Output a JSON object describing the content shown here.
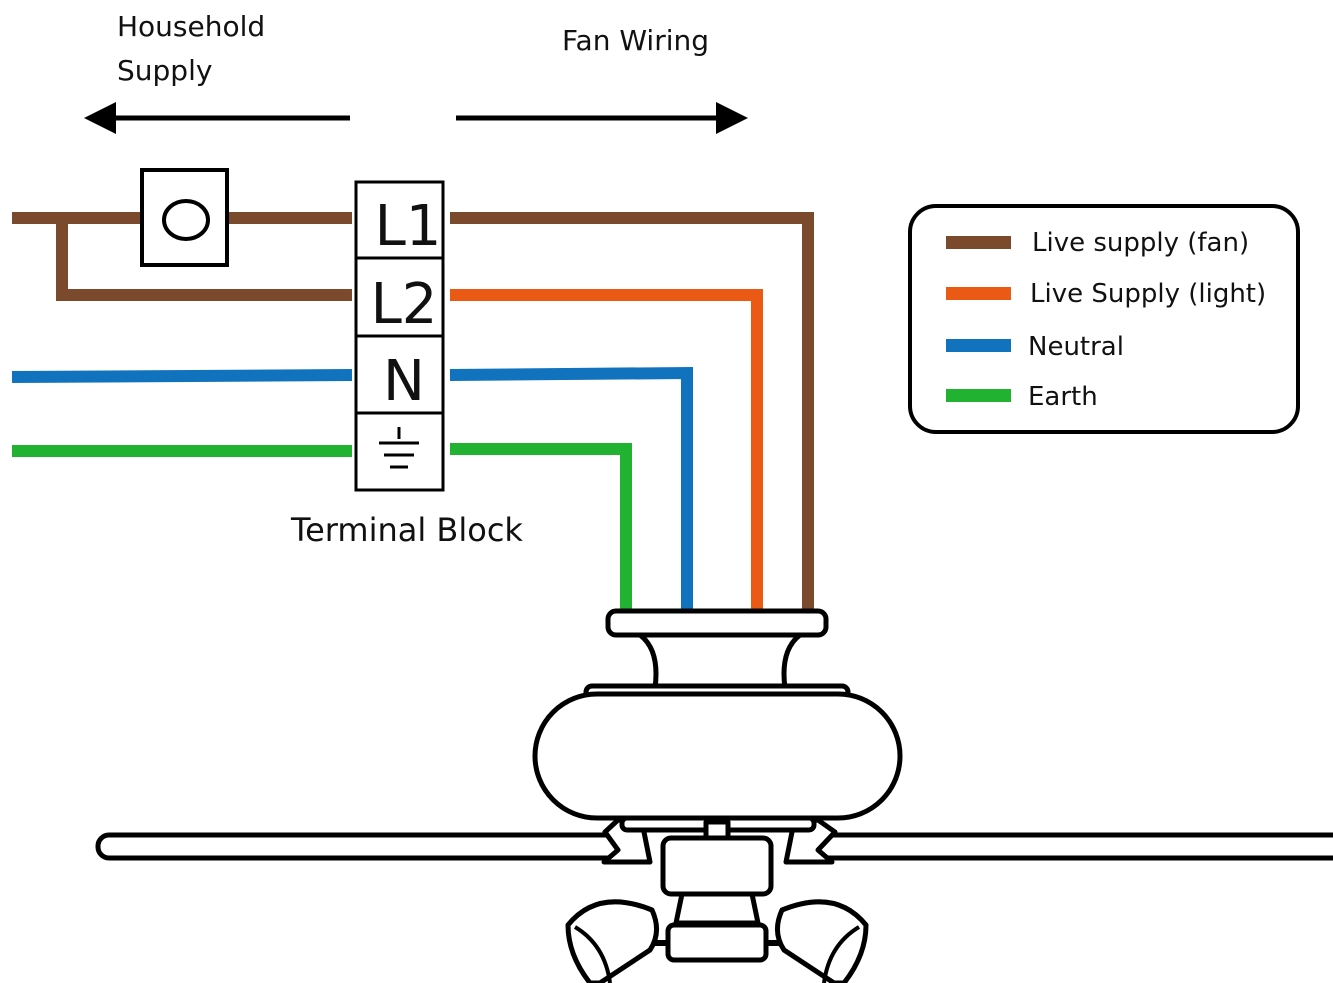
{
  "labels": {
    "household_line1": "Household",
    "household_line2": "Supply",
    "fan_wiring": "Fan Wiring",
    "terminal_block": "Terminal Block"
  },
  "terminals": [
    "L1",
    "L2",
    "N"
  ],
  "legend": [
    {
      "label": "Live supply (fan)",
      "color": "#7B4A2C"
    },
    {
      "label": "Live Supply (light)",
      "color": "#EB5A14"
    },
    {
      "label": "Neutral",
      "color": "#1172BE"
    },
    {
      "label": "Earth",
      "color": "#21B232"
    }
  ],
  "icons": {
    "switch": "switch-icon",
    "earth": "earth-ground-icon",
    "fan": "ceiling-fan-icon",
    "arrow_left": "arrow-left-icon",
    "arrow_right": "arrow-right-icon"
  },
  "colors": {
    "brown": "#7B4A2C",
    "orange": "#EB5A14",
    "blue": "#1172BE",
    "green": "#21B232",
    "outline": "#000000"
  }
}
